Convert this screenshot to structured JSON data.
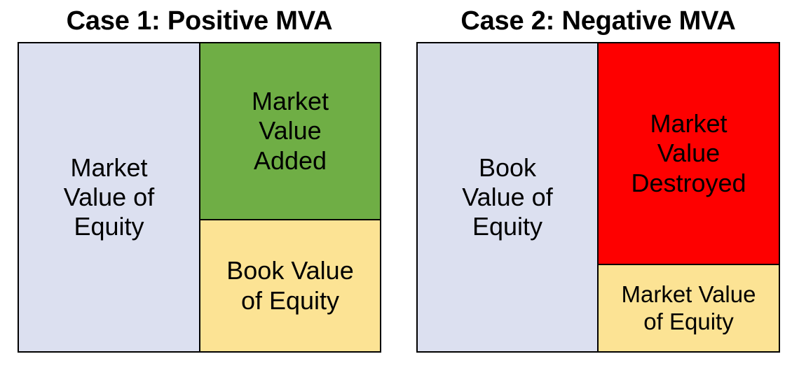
{
  "diagram": {
    "title_case_1": "Case 1: Positive MVA",
    "title_case_2": "Case 2: Negative MVA",
    "colors": {
      "background": "#ffffff",
      "blue_panel": "#dce0f0",
      "green_panel": "#6fae45",
      "yellow_panel": "#fce394",
      "red_panel": "#fe0000",
      "border": "#000000",
      "text": "#000000"
    },
    "cases": [
      {
        "id": "case-1",
        "title": "Case 1: Positive MVA",
        "left_block": {
          "label": "Market\nValue of\nEquity",
          "color": "#dce0f0"
        },
        "right_blocks": [
          {
            "label": "Market\nValue\nAdded",
            "color": "#6fae45"
          },
          {
            "label": "Book Value\nof Equity",
            "color": "#fce394"
          }
        ]
      },
      {
        "id": "case-2",
        "title": "Case 2: Negative MVA",
        "left_block": {
          "label": "Book\nValue of\nEquity",
          "color": "#dce0f0"
        },
        "right_blocks": [
          {
            "label": "Market\nValue\nDestroyed",
            "color": "#fe0000"
          },
          {
            "label": "Market Value\nof Equity",
            "color": "#fce394"
          }
        ]
      }
    ]
  }
}
